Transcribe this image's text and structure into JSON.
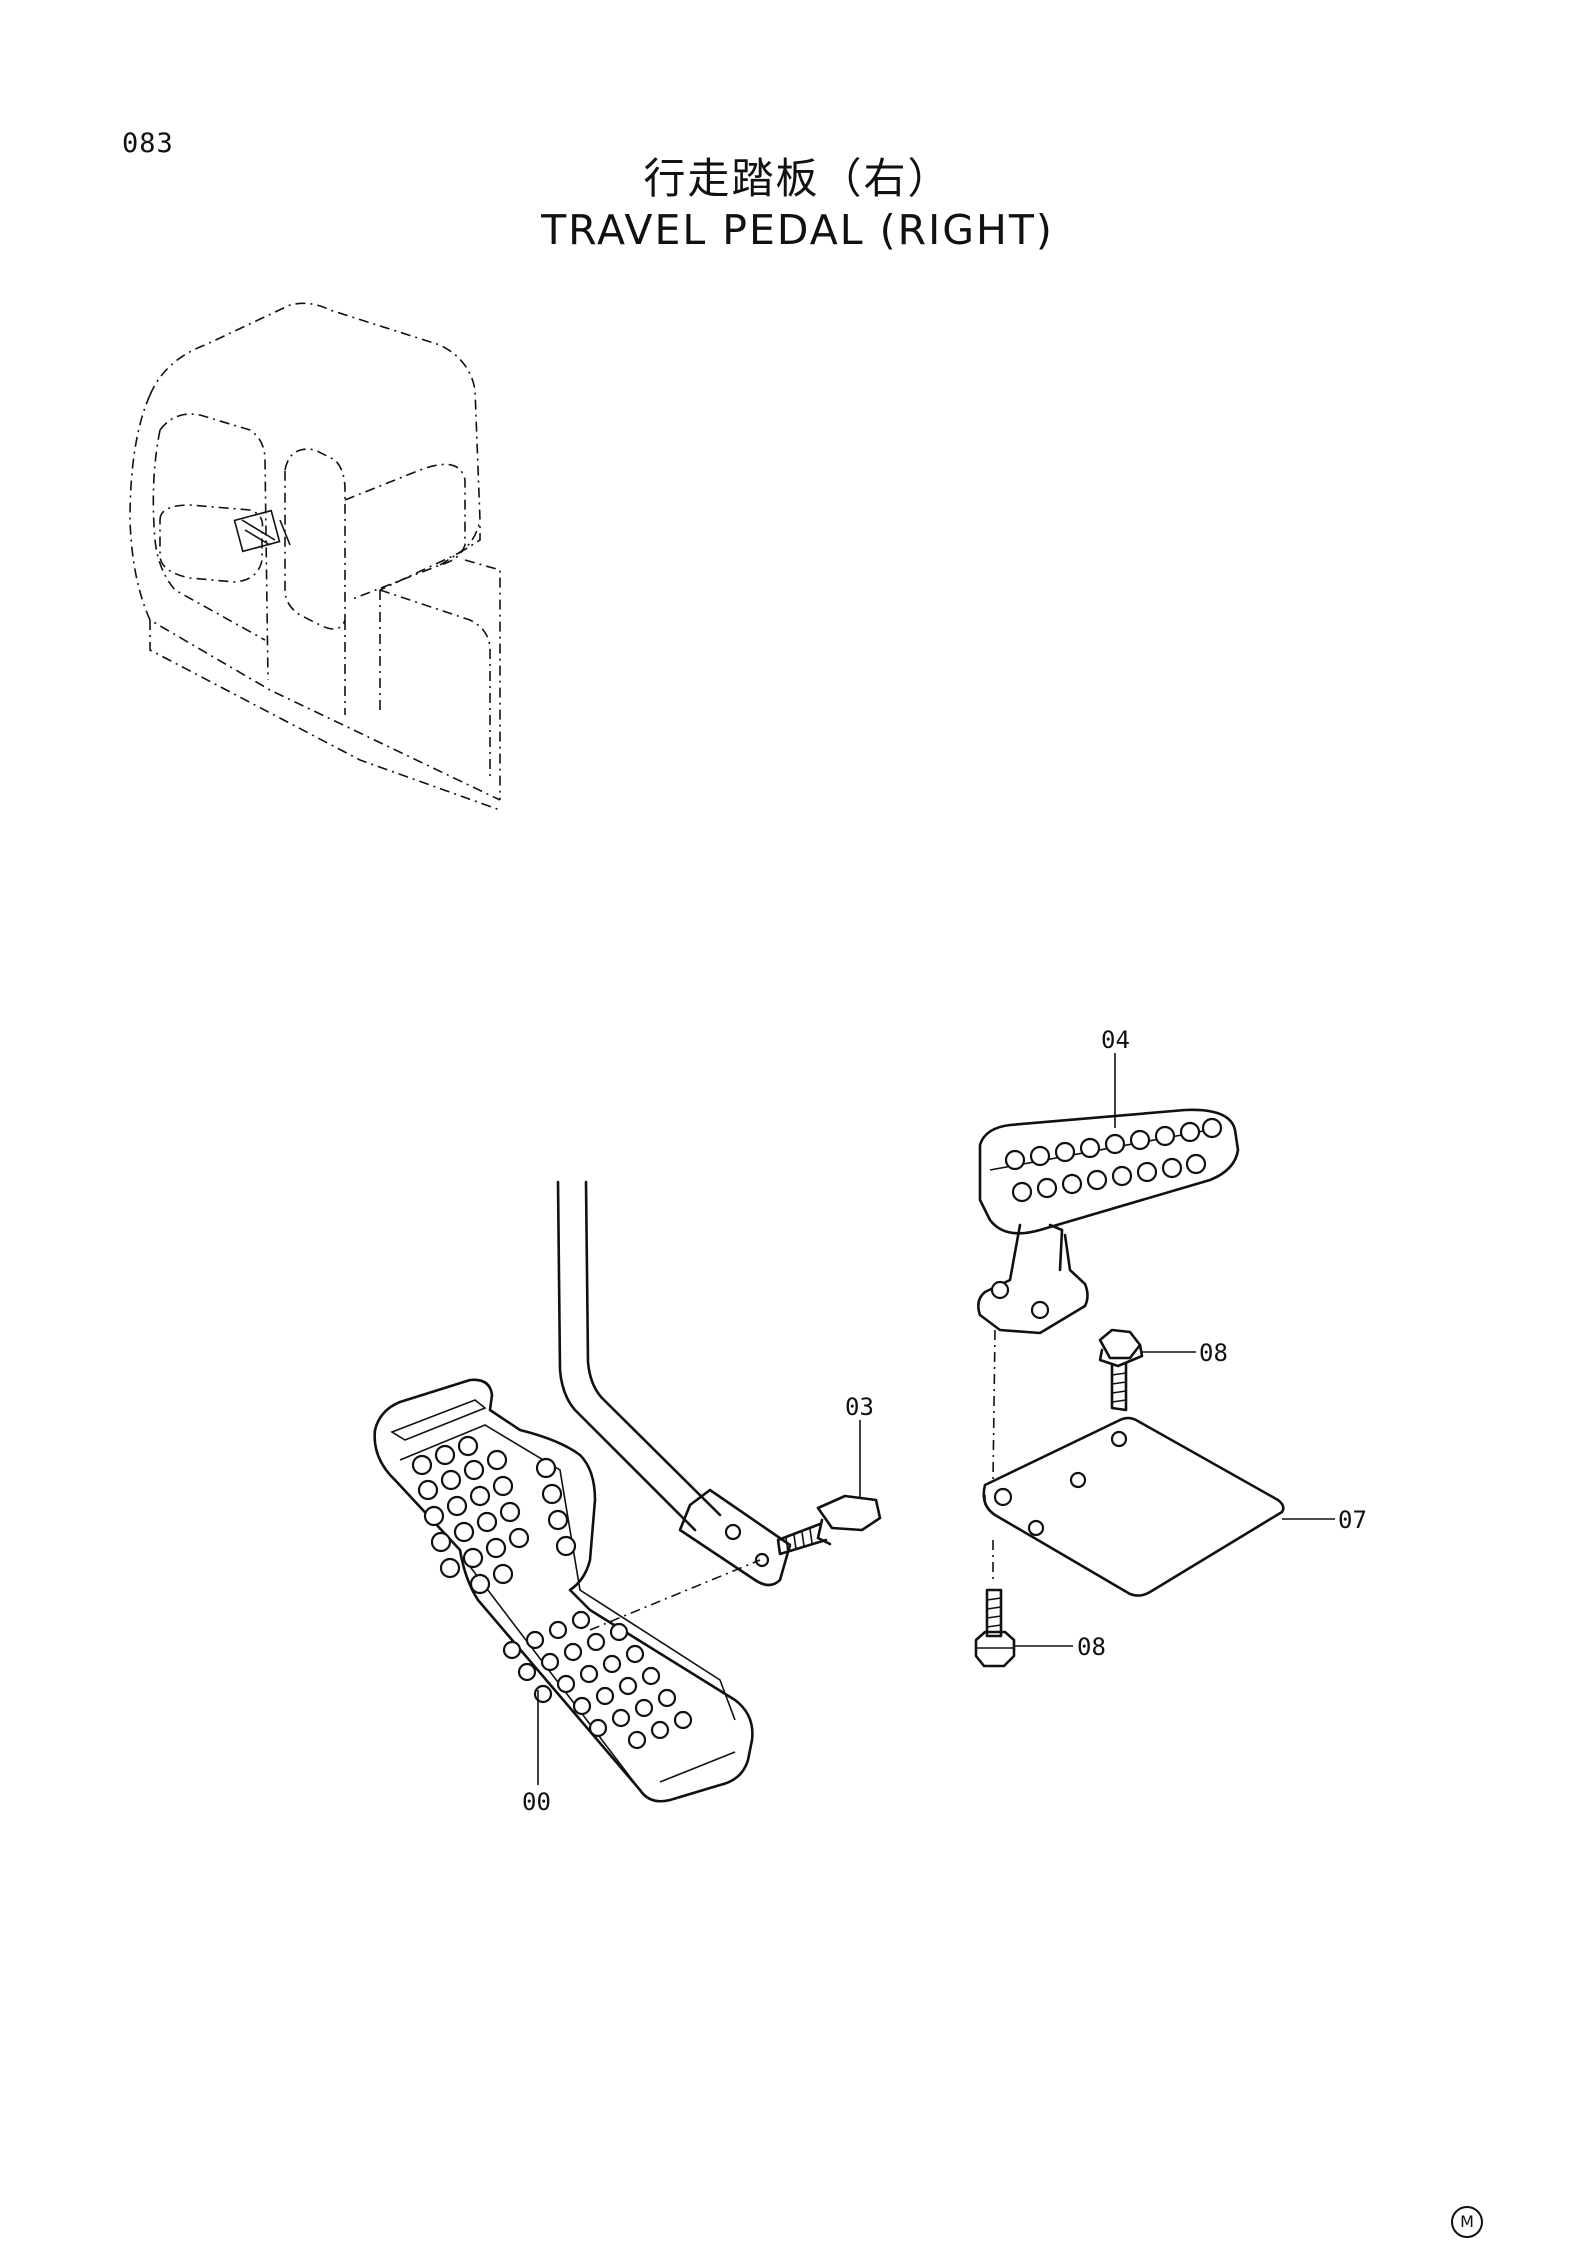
{
  "page_number": "083",
  "title_jp": "行走踏板（右）",
  "title_en": "TRAVEL  PEDAL  (RIGHT)",
  "callouts": [
    {
      "id": "00",
      "text": "00"
    },
    {
      "id": "03",
      "text": "03"
    },
    {
      "id": "04",
      "text": "04"
    },
    {
      "id": "07",
      "text": "07"
    },
    {
      "id": "08a",
      "text": "08"
    },
    {
      "id": "08b",
      "text": "08"
    }
  ],
  "trademark": "M"
}
